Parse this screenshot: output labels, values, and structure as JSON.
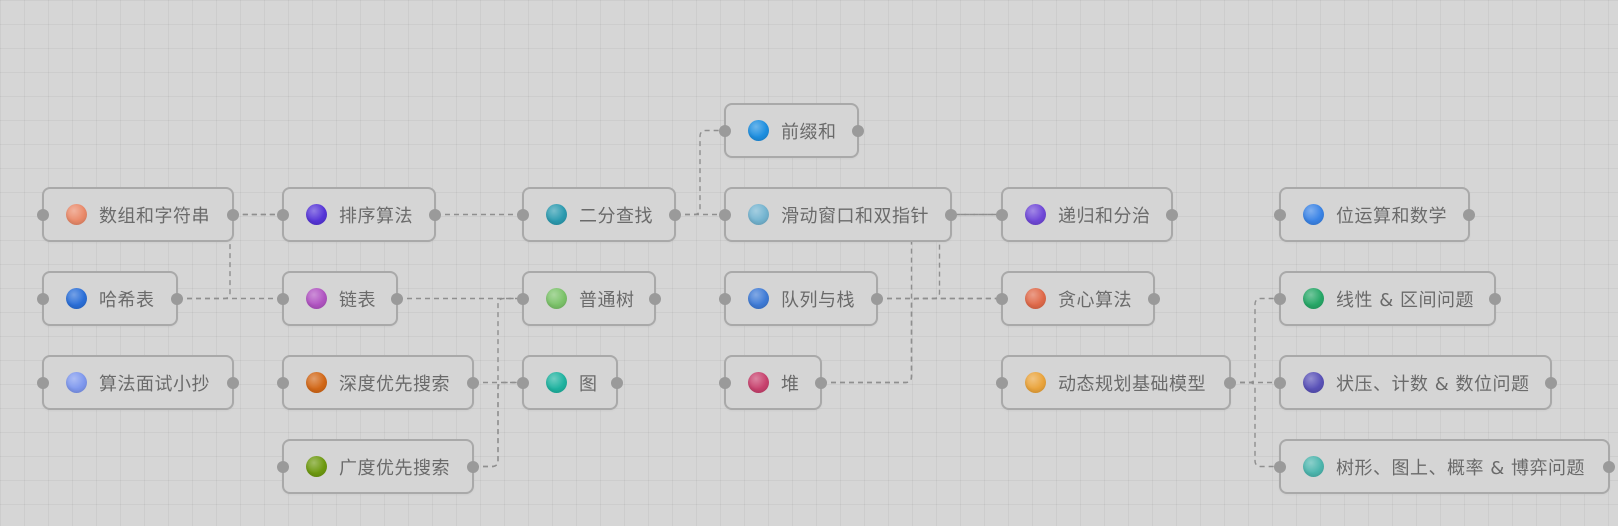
{
  "nodes": [
    {
      "id": "shuzu",
      "label": "数组和字符串",
      "dot_color": "#ea8a6a"
    },
    {
      "id": "haxi",
      "label": "哈希表",
      "dot_color": "#2b6fd8"
    },
    {
      "id": "suanfa",
      "label": "算法面试小抄",
      "dot_color": "#7f98ee"
    },
    {
      "id": "paixu",
      "label": "排序算法",
      "dot_color": "#5635d8"
    },
    {
      "id": "lianbiao",
      "label": "链表",
      "dot_color": "#b154c2"
    },
    {
      "id": "shendu",
      "label": "深度优先搜索",
      "dot_color": "#d26818"
    },
    {
      "id": "guangdu",
      "label": "广度优先搜索",
      "dot_color": "#6e9a10"
    },
    {
      "id": "erfen",
      "label": "二分查找",
      "dot_color": "#2c9bb0"
    },
    {
      "id": "putong",
      "label": "普通树",
      "dot_color": "#7cc36a"
    },
    {
      "id": "tu",
      "label": "图",
      "dot_color": "#1fb3a0"
    },
    {
      "id": "qianzhui",
      "label": "前缀和",
      "dot_color": "#1e8fe0"
    },
    {
      "id": "huadong",
      "label": "滑动窗口和双指针",
      "dot_color": "#74b4d0"
    },
    {
      "id": "duilie",
      "label": "队列与栈",
      "dot_color": "#3f7bd6"
    },
    {
      "id": "dui",
      "label": "堆",
      "dot_color": "#c8426e"
    },
    {
      "id": "digui",
      "label": "递归和分治",
      "dot_color": "#7048d8"
    },
    {
      "id": "tanxin",
      "label": "贪心算法",
      "dot_color": "#e06a4a"
    },
    {
      "id": "dongtai",
      "label": "动态规划基础模型",
      "dot_color": "#eaa43c"
    },
    {
      "id": "weiyun",
      "label": "位运算和数学",
      "dot_color": "#3b84e6"
    },
    {
      "id": "xianxing",
      "label": "线性 & 区间问题",
      "dot_color": "#27a868"
    },
    {
      "id": "zhuangya",
      "label": "状压、计数 & 数位问题",
      "dot_color": "#5a52b8"
    },
    {
      "id": "shuxing",
      "label": "树形、图上、概率 & 博弈问题",
      "dot_color": "#4db6ae"
    }
  ],
  "edges": [
    {
      "from": "shuzu",
      "to": "paixu"
    },
    {
      "from": "haxi",
      "to": "paixu"
    },
    {
      "from": "haxi",
      "to": "lianbiao"
    },
    {
      "from": "paixu",
      "to": "erfen"
    },
    {
      "from": "lianbiao",
      "to": "putong"
    },
    {
      "from": "shendu",
      "to": "tu"
    },
    {
      "from": "guangdu",
      "to": "tu"
    },
    {
      "from": "guangdu",
      "to": "putong"
    },
    {
      "from": "erfen",
      "to": "qianzhui"
    },
    {
      "from": "erfen",
      "to": "huadong"
    },
    {
      "from": "duilie",
      "to": "digui"
    },
    {
      "from": "duilie",
      "to": "tanxin"
    },
    {
      "from": "dui",
      "to": "digui"
    },
    {
      "from": "dui",
      "to": "tanxin"
    },
    {
      "from": "dongtai",
      "to": "xianxing"
    },
    {
      "from": "dongtai",
      "to": "zhuangya"
    },
    {
      "from": "dongtai",
      "to": "shuxing"
    }
  ]
}
